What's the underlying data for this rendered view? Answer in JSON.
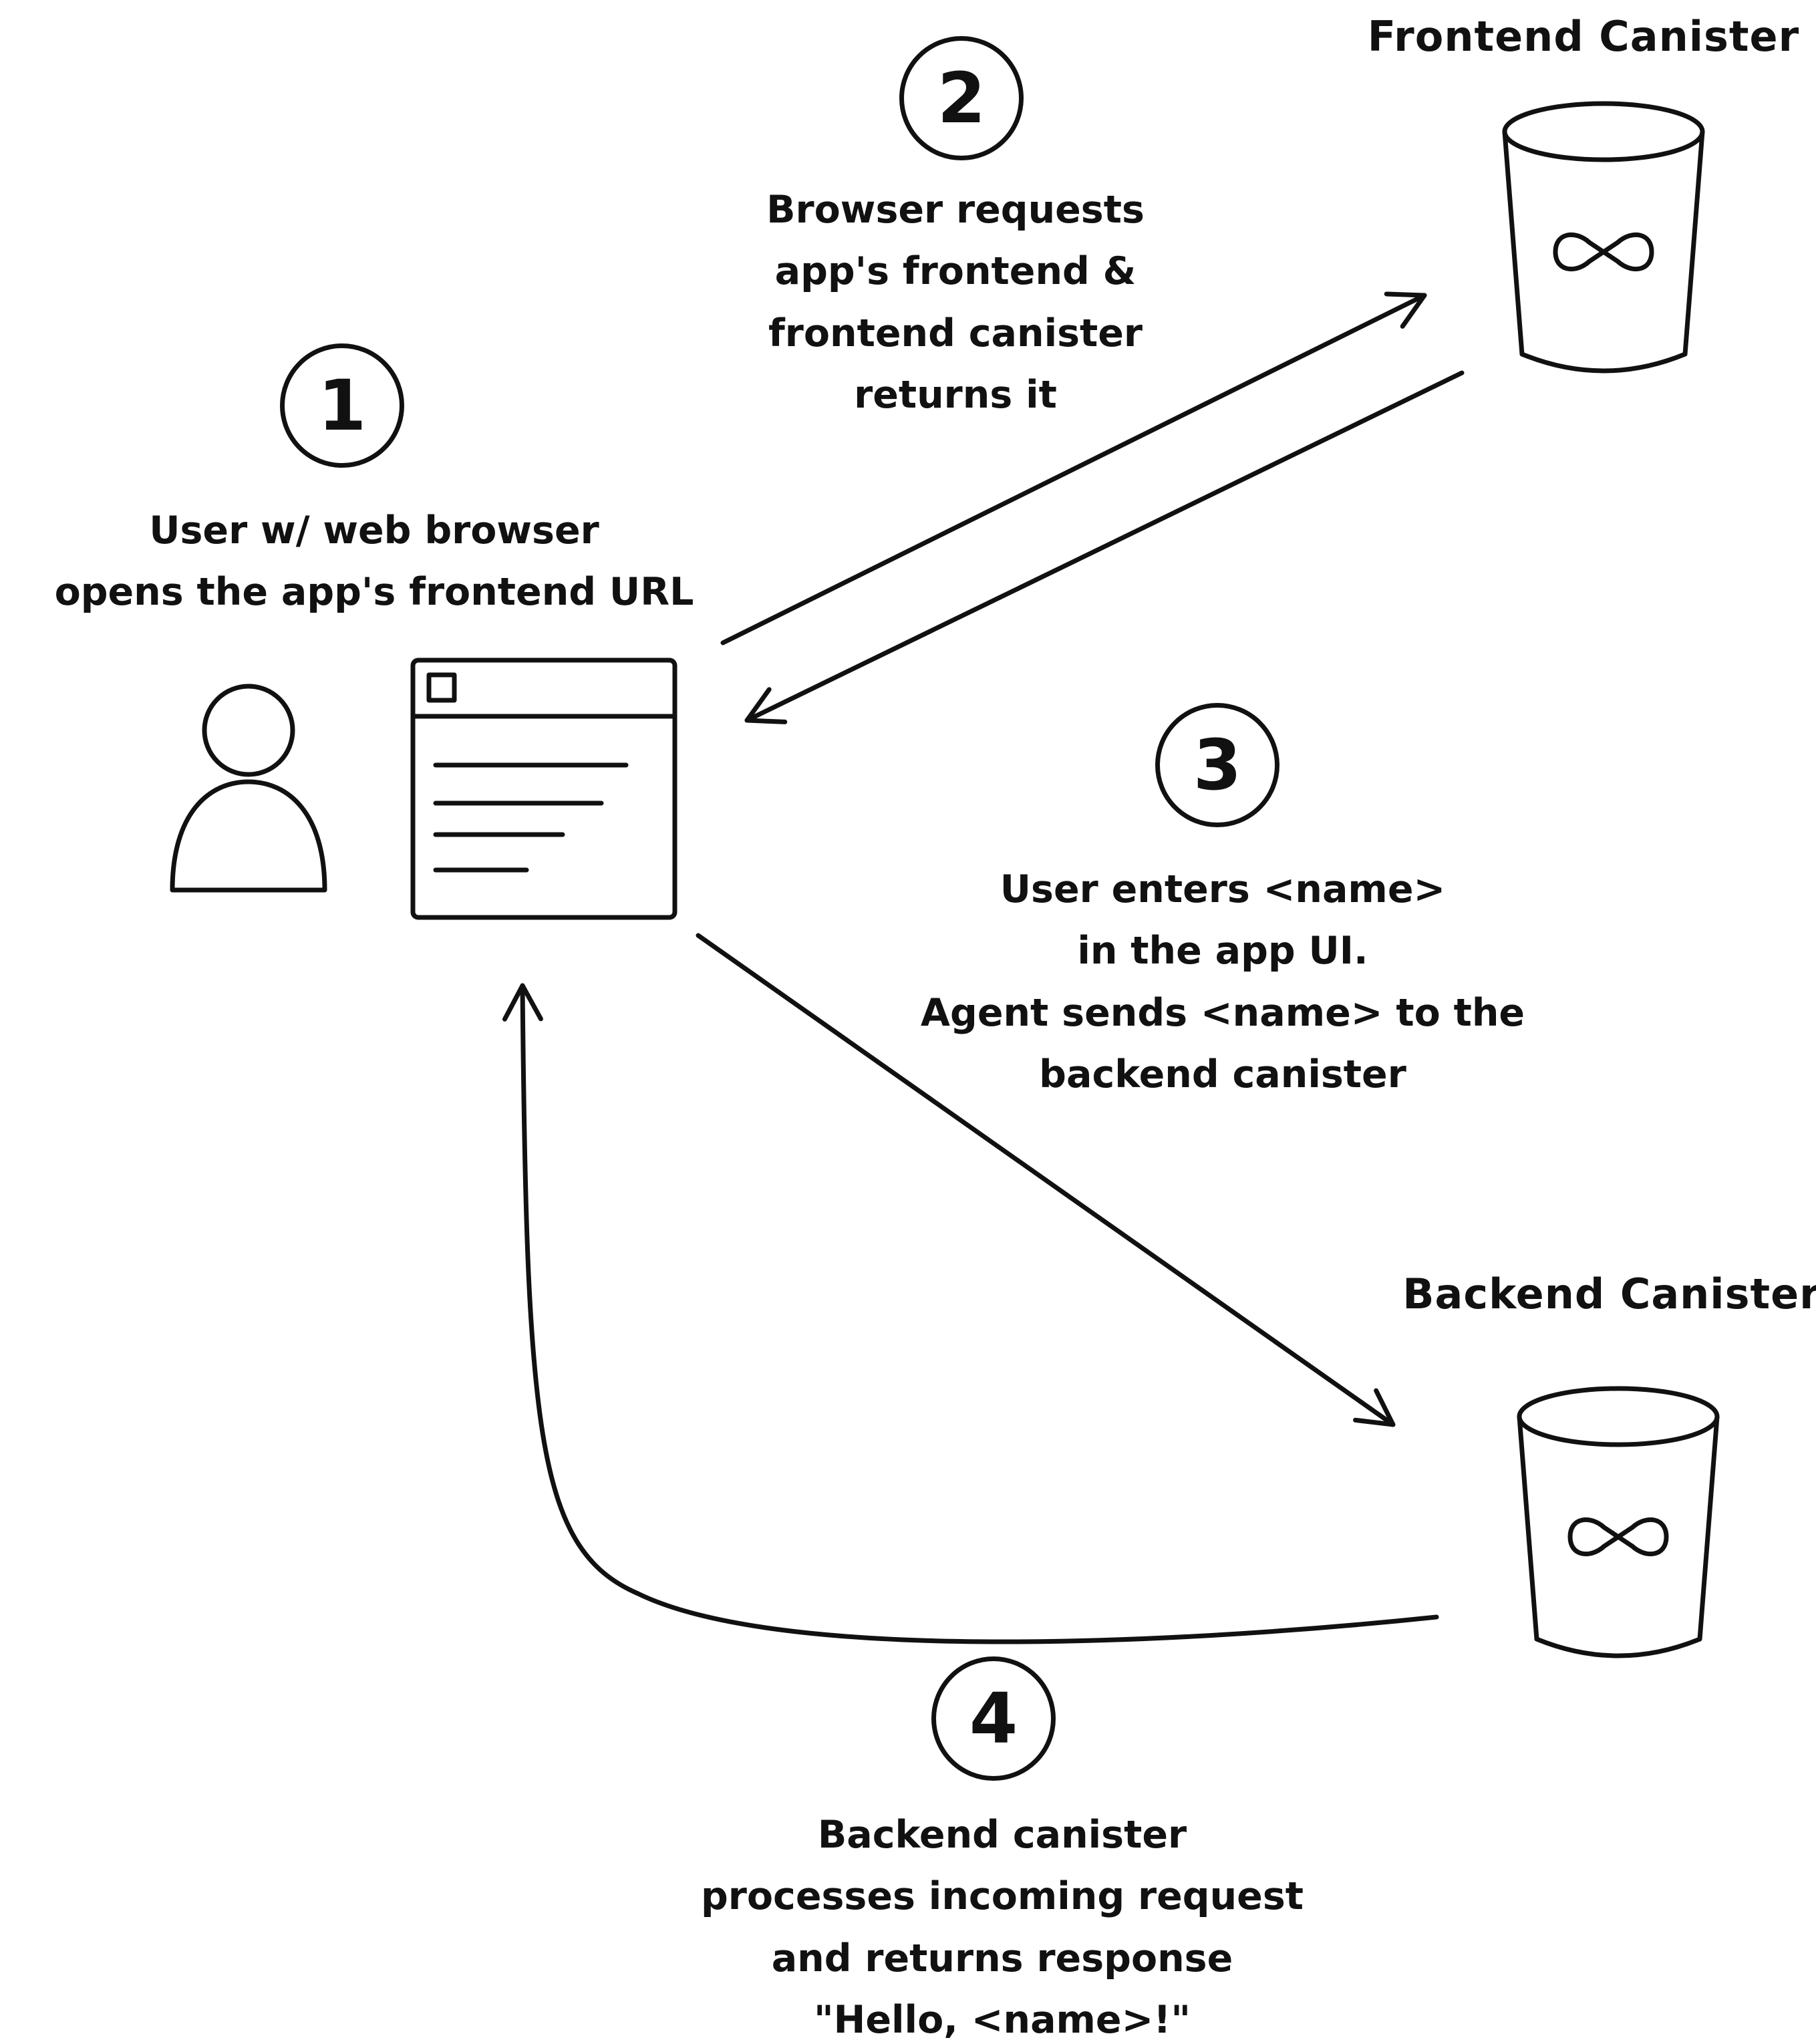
{
  "diagram": {
    "step1": {
      "number": "1",
      "lines": [
        "User w/ web browser",
        "opens the app's frontend URL"
      ]
    },
    "step2": {
      "number": "2",
      "lines": [
        "Browser requests",
        "app's frontend &",
        "frontend canister",
        "returns it"
      ]
    },
    "step3": {
      "number": "3",
      "lines": [
        "User enters <name>",
        "in the app UI.",
        "Agent sends <name> to the",
        "backend canister"
      ]
    },
    "step4": {
      "number": "4",
      "lines": [
        "Backend canister",
        "processes incoming request",
        "and returns response",
        "\"Hello, <name>!\""
      ]
    },
    "labels": {
      "frontend_canister": "Frontend Canister",
      "backend_canister": "Backend Canister"
    },
    "icons": {
      "user": "user-icon",
      "browser": "browser-window-icon",
      "frontend_canister": "canister-icon",
      "backend_canister": "canister-icon"
    },
    "colors": {
      "ink": "#111111",
      "background": "#ffffff"
    }
  }
}
